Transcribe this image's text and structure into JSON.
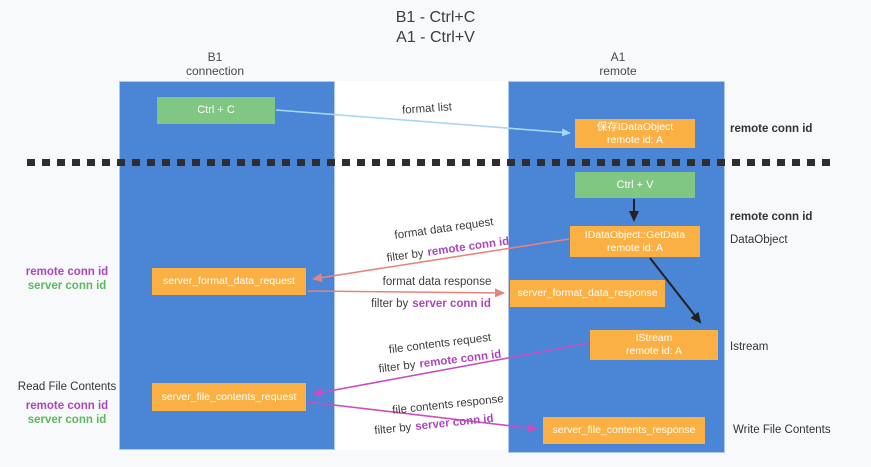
{
  "title": {
    "line1": "B1 - Ctrl+C",
    "line2": "A1 - Ctrl+V"
  },
  "headers": {
    "left": {
      "line1": "B1",
      "line2": "connection"
    },
    "right": {
      "line1": "A1",
      "line2": "remote"
    }
  },
  "boxes": {
    "ctrl_c": {
      "label": "Ctrl + C"
    },
    "ctrl_v": {
      "label": "Ctrl + V"
    },
    "save_idataobject": {
      "line1": "保存IDataObject",
      "line2": "remote id: A"
    },
    "getdata": {
      "line1": "IDataObject::GetData",
      "line2": "remote id: A"
    },
    "istream": {
      "line1": "IStream",
      "line2": "remote id: A"
    },
    "server_format_data_request": {
      "label": "server_format_data_request"
    },
    "server_format_data_response": {
      "label": "server_format_data_response"
    },
    "server_file_contents_request": {
      "label": "server_file_contents_request"
    },
    "server_file_contents_response": {
      "label": "server_file_contents_response"
    }
  },
  "mid_labels": {
    "format_list": "format list",
    "format_data_request": "format data request",
    "format_data_response": "format data response",
    "file_contents_request": "file contents request",
    "file_contents_response": "file contents response",
    "filter_by": "filter by",
    "remote_conn_id": "remote conn id",
    "server_conn_id": "server conn id"
  },
  "annotations": {
    "left": [
      {
        "text": "remote conn id"
      },
      {
        "text": "server conn id"
      },
      {
        "text": "Read File Contents"
      },
      {
        "text": "remote conn id"
      },
      {
        "text": "server conn id"
      }
    ],
    "right": [
      {
        "text": "remote conn id"
      },
      {
        "text": "remote conn id"
      },
      {
        "text": "DataObject"
      },
      {
        "text": "Istream"
      },
      {
        "text": "Write File Contents"
      }
    ]
  },
  "colors": {
    "column_blue": "#4a85d6",
    "box_green": "#81c784",
    "box_orange": "#fbb043",
    "arrow_lightblue": "#a8d7f5",
    "arrow_salmon": "#e8837c",
    "arrow_magenta": "#c94fc0",
    "arrow_black": "#222222",
    "label_purple": "#ab47bc",
    "label_green": "#5cb860",
    "dashed_line": "#2e2e2e",
    "background": "#f8f9fa"
  }
}
